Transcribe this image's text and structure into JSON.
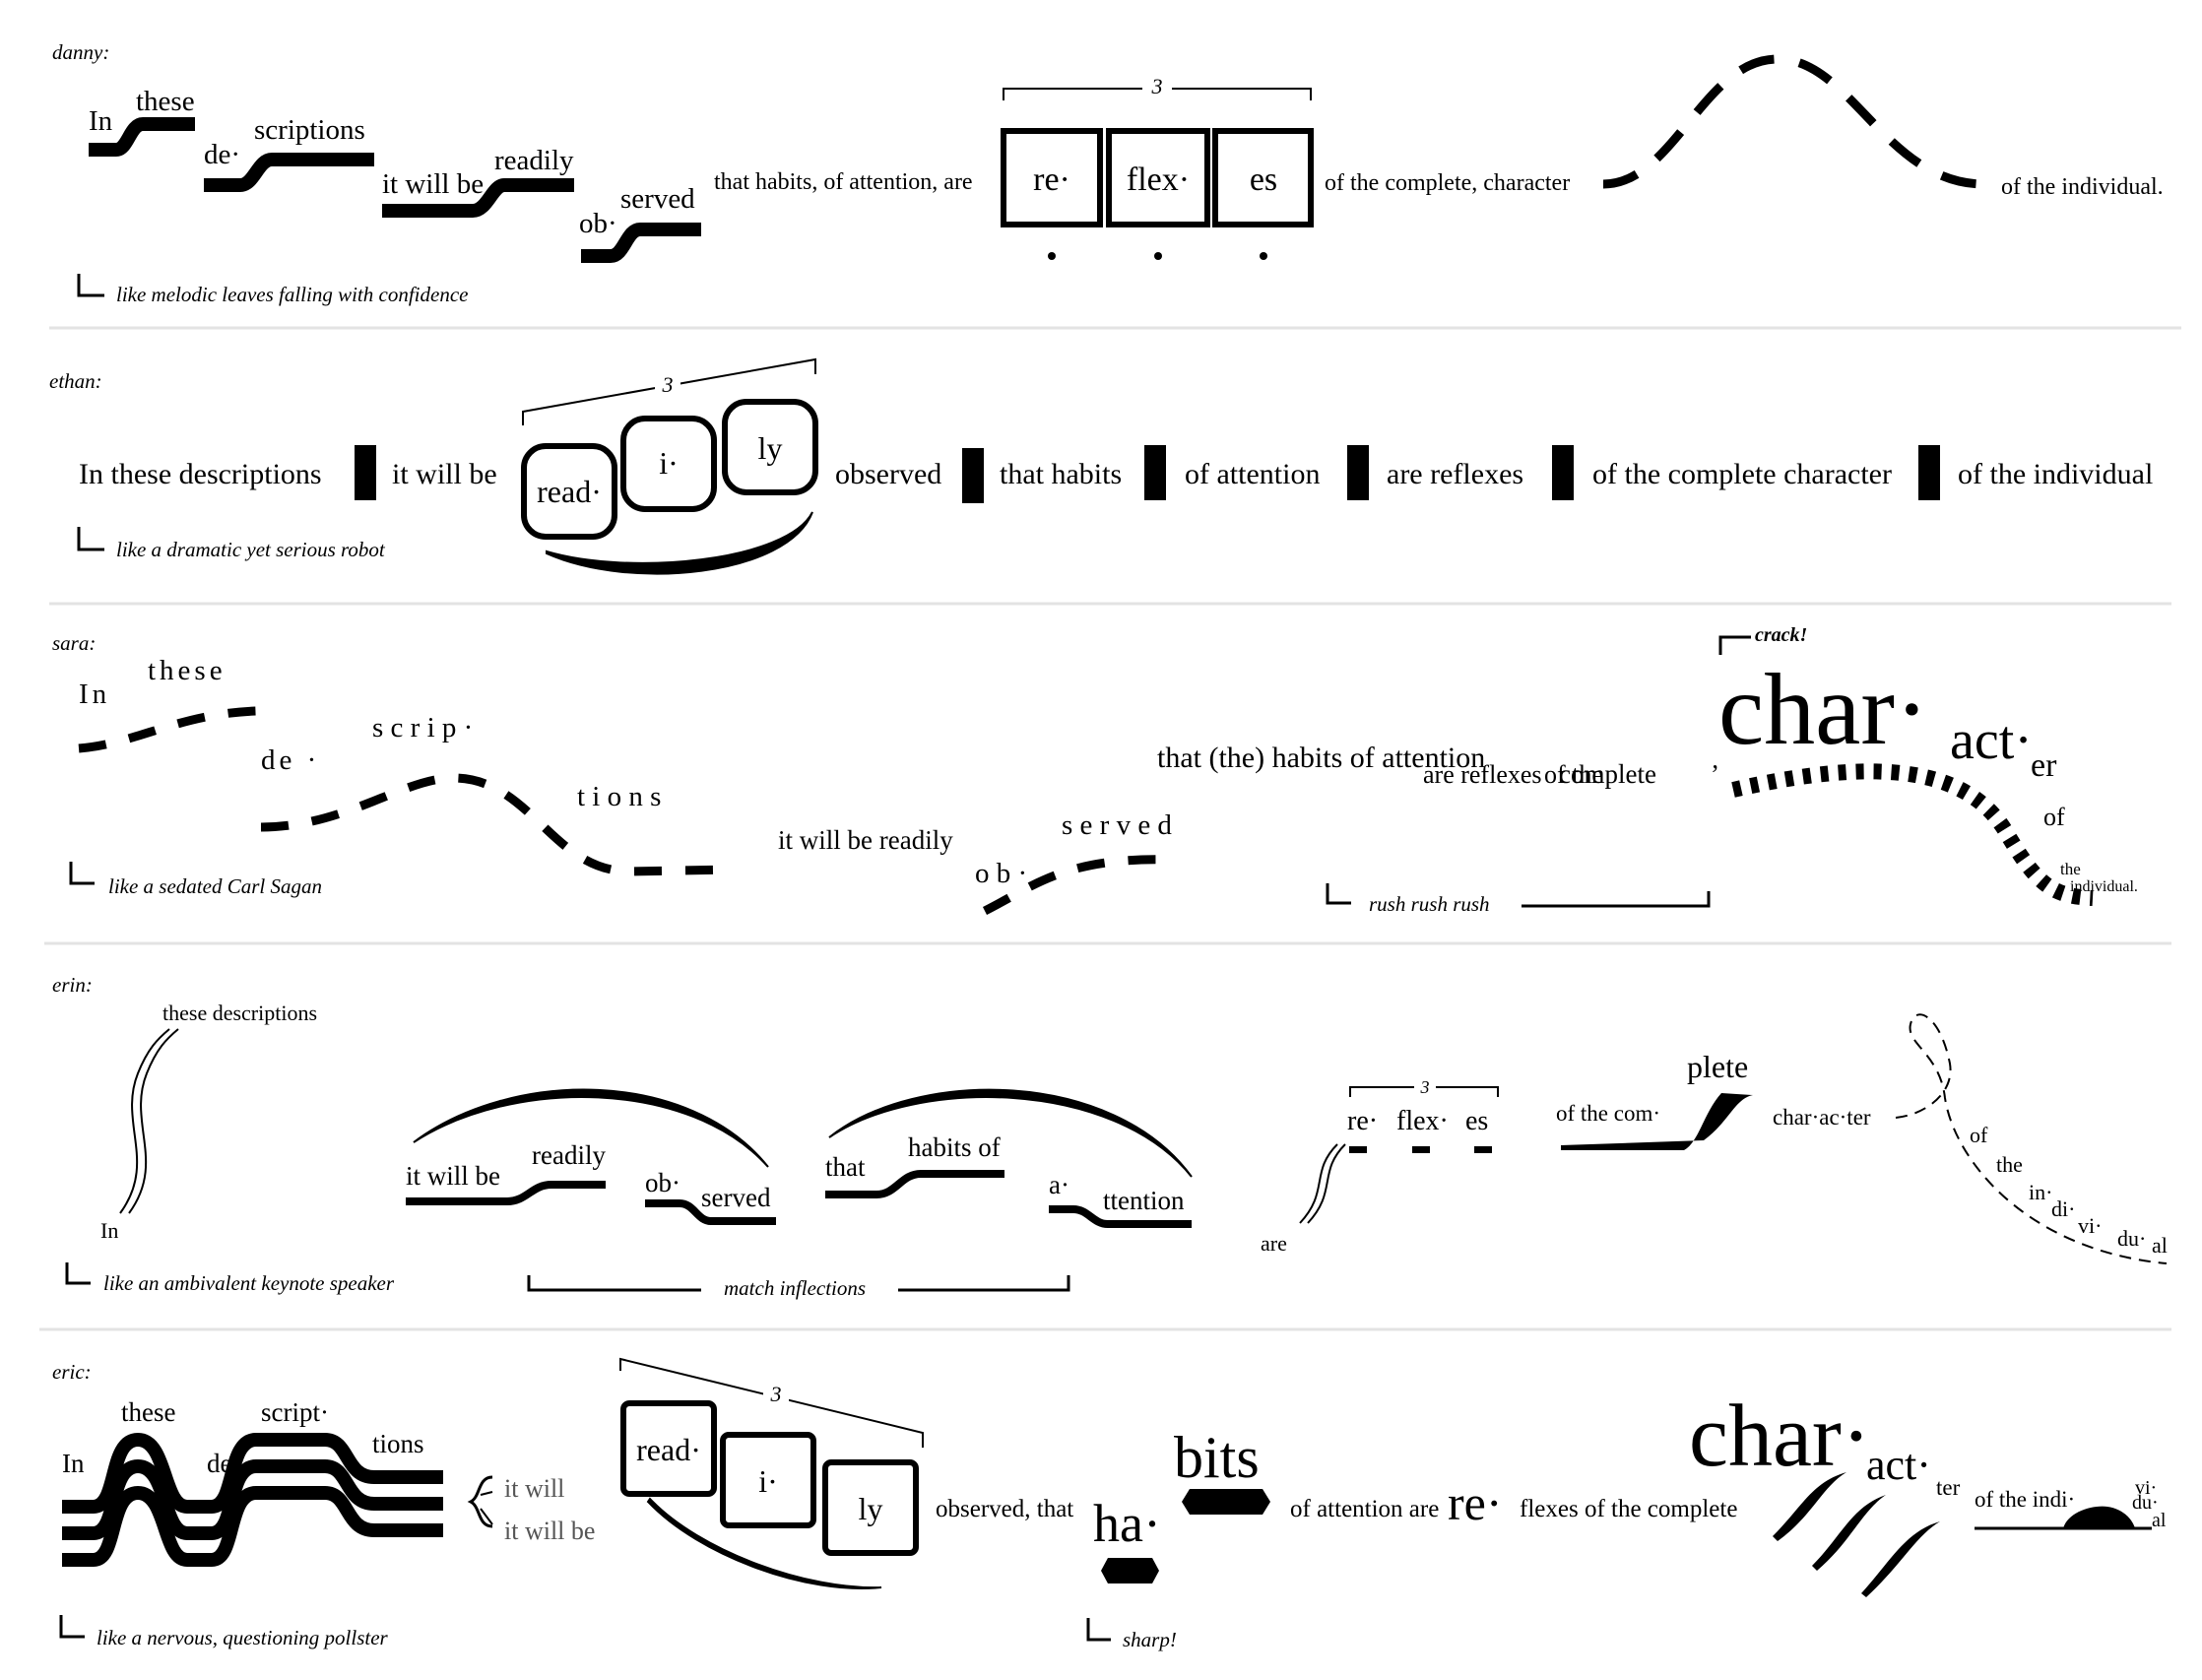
{
  "speakers": [
    {
      "name": "danny:",
      "note": "like melodic leaves falling with confidence",
      "words": [
        "In",
        "these",
        "de·",
        "scriptions",
        "it will be",
        "readily",
        "ob·",
        "served",
        "that habits, of attention, are",
        "of the complete, character",
        "of the individual."
      ],
      "triplet_number": "3",
      "boxed_syllables": [
        "re·",
        "flex·",
        "es"
      ]
    },
    {
      "name": "ethan:",
      "note": "like a dramatic yet serious robot",
      "phrases": [
        "In these descriptions",
        "it will be",
        "observed",
        "that habits",
        "of attention",
        "are reflexes",
        "of the complete character",
        "of the individual"
      ],
      "triplet_number": "3",
      "boxed_syllables": [
        "read·",
        "i·",
        "ly"
      ]
    },
    {
      "name": "sara:",
      "note": "like a sedated Carl Sagan",
      "note2": "rush rush rush",
      "exclaim": "crack!",
      "words": [
        "In",
        "these",
        "de ·",
        "s c r i p ·",
        "t i o n s",
        "it will be readily",
        "o b ·",
        "s e r v e d",
        "that (the) habits of attention",
        "are reflexes",
        "of the",
        "complete",
        "’"
      ],
      "big": [
        "char·",
        "act·",
        "er"
      ],
      "tail": [
        "of",
        "the",
        "individual."
      ]
    },
    {
      "name": "erin:",
      "note": "like an ambivalent keynote speaker",
      "note2": "match inflections",
      "words": [
        "these descriptions",
        "In",
        "it will be",
        "readily",
        "ob·",
        "served",
        "that",
        "habits of",
        "a·",
        "ttention",
        "are",
        "of the com·",
        "plete",
        "char·ac·ter"
      ],
      "triplet_number": "3",
      "syllables": [
        "re·",
        "flex·",
        "es"
      ],
      "tail": [
        "of",
        "the",
        "in·",
        "di·",
        "vi·",
        "du·",
        "al"
      ]
    },
    {
      "name": "eric:",
      "note": "like a nervous, questioning pollster",
      "note2": "sharp!",
      "words": [
        "In",
        "these",
        "de·",
        "script·",
        "tions",
        "it will",
        "it will be",
        "observed, that",
        "ha·",
        "bits",
        "of attention are",
        "re·",
        "flexes of the complete",
        "of the indi·",
        "vi·",
        "du·",
        "al"
      ],
      "triplet_number": "3",
      "boxed_syllables": [
        "read·",
        "i·",
        "ly"
      ],
      "big": [
        "char·",
        "act·",
        "ter"
      ]
    }
  ]
}
